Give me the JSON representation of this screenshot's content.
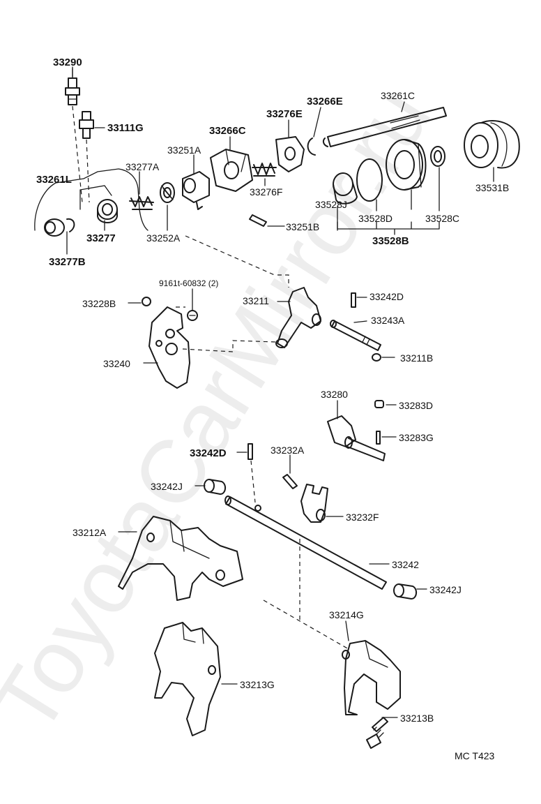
{
  "watermark": "ToyotaCarMirror.ru",
  "drawing_code": "MC  T423",
  "parts": {
    "p33290": "33290",
    "p33111G": "33111G",
    "p33261L": "33261L",
    "p33277A": "33277A",
    "p33251A": "33251A",
    "p33266C": "33266C",
    "p33276E": "33276E",
    "p33266E": "33266E",
    "p33261C": "33261C",
    "p33531B": "33531B",
    "p33277": "33277",
    "p33277B": "33277B",
    "p33252A": "33252A",
    "p33276F": "33276F",
    "p33528J": "33528J",
    "p33528D": "33528D",
    "p33528C": "33528C",
    "p33528B": "33528B",
    "p33251B": "33251B",
    "p9161t": "9161t-60832 (2)",
    "p33228B": "33228B",
    "p33211": "33211",
    "p33242D_a": "33242D",
    "p33243A": "33243A",
    "p33240": "33240",
    "p33211B": "33211B",
    "p33280": "33280",
    "p33283D": "33283D",
    "p33283G": "33283G",
    "p33242D_b": "33242D",
    "p33232A": "33232A",
    "p33242J_a": "33242J",
    "p33232F": "33232F",
    "p33212A": "33212A",
    "p33242": "33242",
    "p33242J_b": "33242J",
    "p33214G": "33214G",
    "p33213G": "33213G",
    "p33213B": "33213B"
  }
}
